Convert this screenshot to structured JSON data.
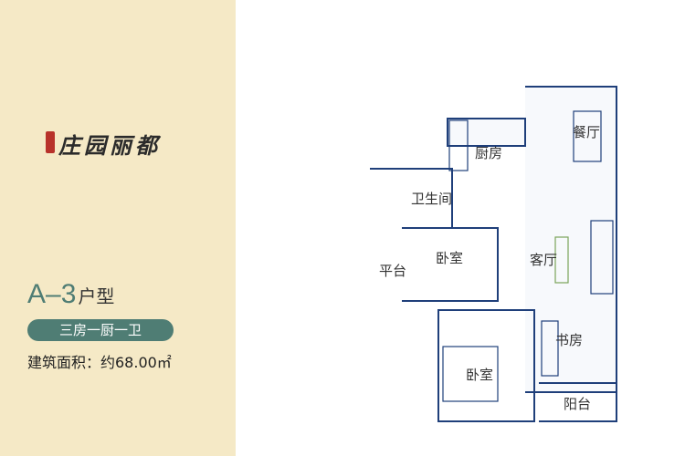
{
  "brand": {
    "logo_text": "庄园丽都"
  },
  "unit": {
    "type_code": "A–3",
    "type_suffix": "户型",
    "rooms_summary": "三房一厨一卫",
    "area_label": "建筑面积：约68.00㎡"
  },
  "rooms": {
    "dining": "餐厅",
    "kitchen": "厨房",
    "bathroom": "卫生间",
    "bedroom_north": "卧室",
    "living": "客厅",
    "platform": "平台",
    "bedroom_south": "卧室",
    "study": "书房",
    "balcony": "阳台"
  },
  "colors": {
    "left_panel": "#f5e9c6",
    "accent": "#4f7d74",
    "wall": "#1f3f7a"
  }
}
